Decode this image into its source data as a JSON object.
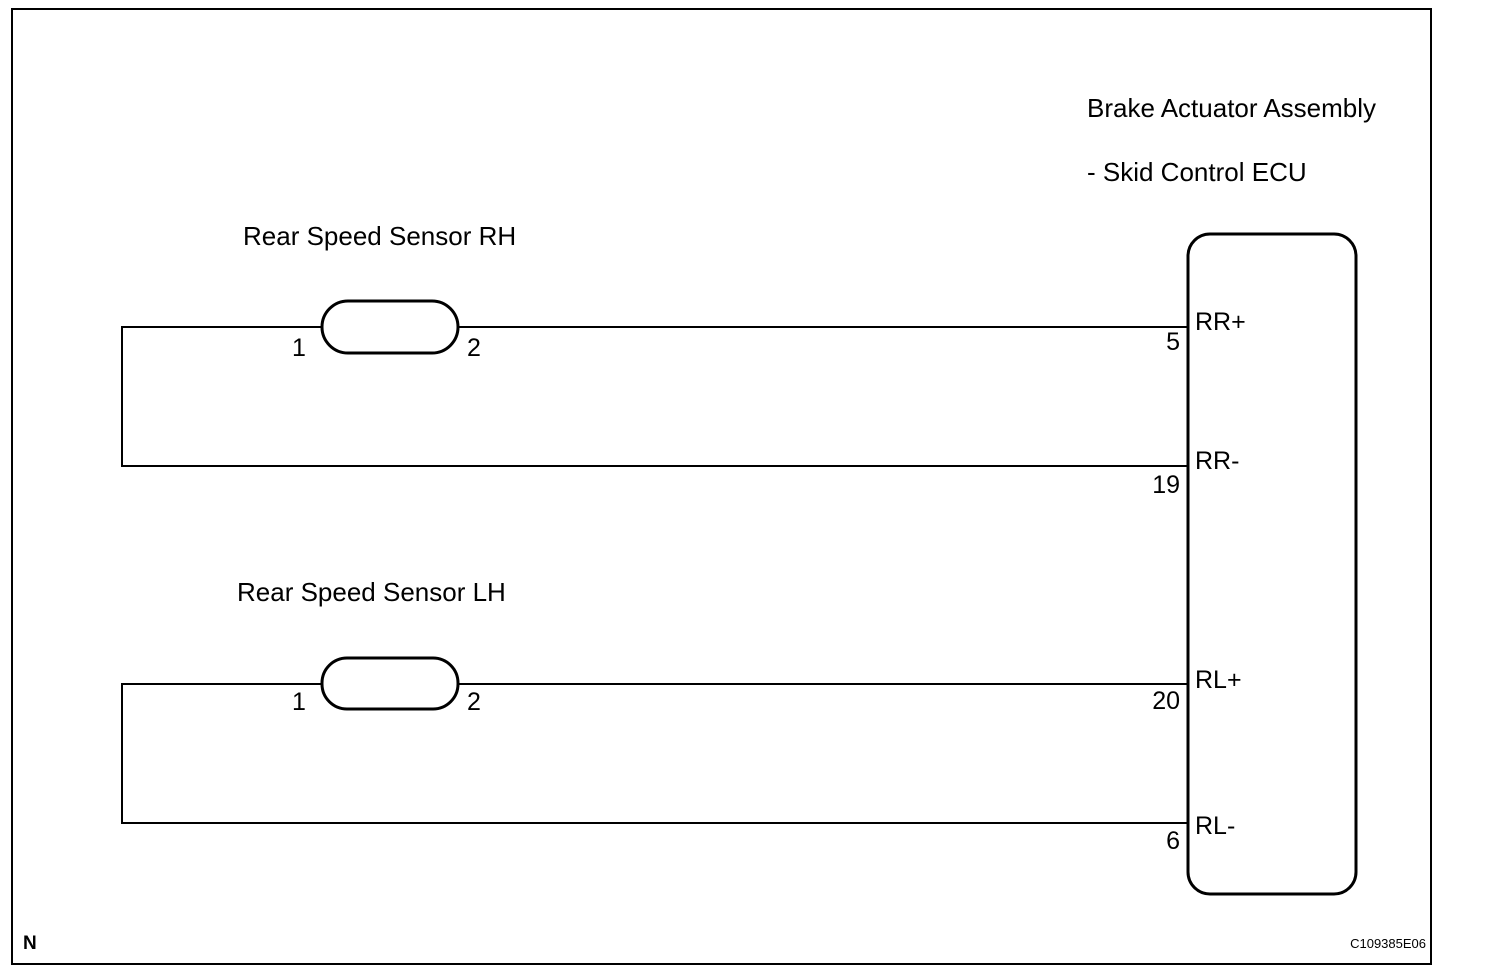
{
  "ecu": {
    "title_line1": "Brake Actuator Assembly",
    "title_line2": "- Skid Control ECU",
    "terminals": [
      {
        "name": "RR+",
        "pin": "5"
      },
      {
        "name": "RR-",
        "pin": "19"
      },
      {
        "name": "RL+",
        "pin": "20"
      },
      {
        "name": "RL-",
        "pin": "6"
      }
    ]
  },
  "sensors": [
    {
      "label": "Rear Speed Sensor RH",
      "pin_left": "1",
      "pin_right": "2"
    },
    {
      "label": "Rear Speed Sensor LH",
      "pin_left": "1",
      "pin_right": "2"
    }
  ],
  "footer": {
    "corner_letter": "N",
    "figure_code": "C109385E06"
  }
}
